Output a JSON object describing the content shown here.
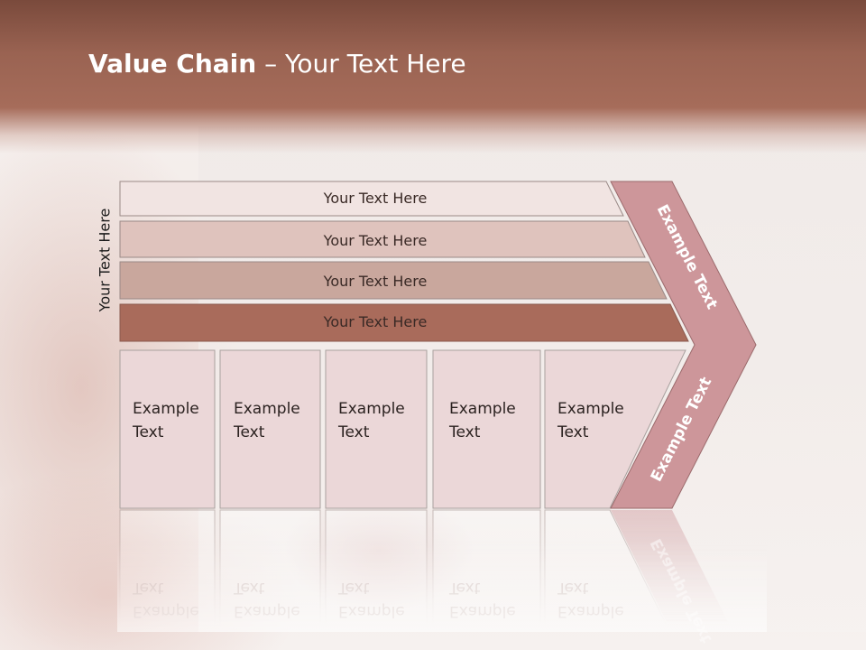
{
  "title": {
    "bold": "Value Chain",
    "rest": " – Your Text Here"
  },
  "side_label": "Your Text Here",
  "bars": [
    {
      "label": "Your Text Here",
      "color": "#f1e4e2"
    },
    {
      "label": "Your Text Here",
      "color": "#dfc3bd"
    },
    {
      "label": "Your Text Here",
      "color": "#c9a79d"
    },
    {
      "label": "Your Text Here",
      "color": "#a96b5b"
    }
  ],
  "boxes": [
    {
      "line1": "Example",
      "line2": "Text"
    },
    {
      "line1": "Example",
      "line2": "Text"
    },
    {
      "line1": "Example",
      "line2": "Text"
    },
    {
      "line1": "Example",
      "line2": "Text"
    },
    {
      "line1": "Example",
      "line2": "Text"
    }
  ],
  "chevron": {
    "upper": "Example Text",
    "lower": "Example Text",
    "color": "#cd969a"
  },
  "colors": {
    "header": "#9a6352",
    "box_fill": "#ebd7d8"
  }
}
